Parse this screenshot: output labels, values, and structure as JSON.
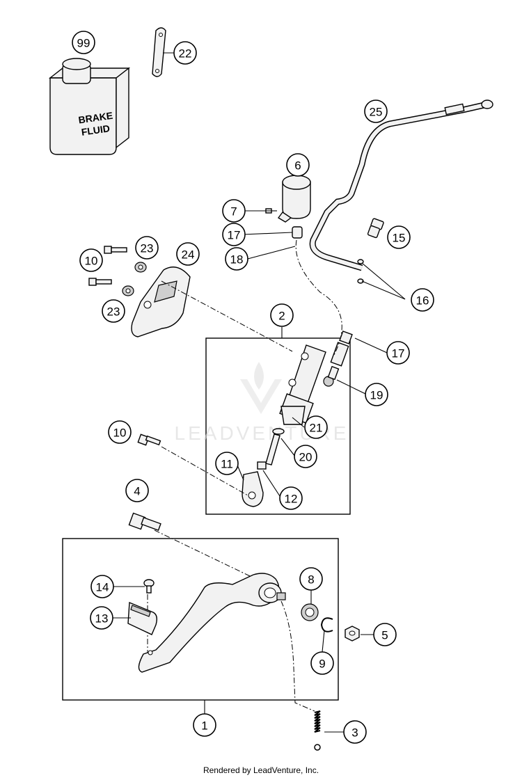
{
  "diagram": {
    "fluid_can_label_line1": "BRAKE",
    "fluid_can_label_line2": "FLUID",
    "watermark": "LEADVENTURE",
    "callouts": [
      {
        "id": "99"
      },
      {
        "id": "22"
      },
      {
        "id": "25"
      },
      {
        "id": "6"
      },
      {
        "id": "7"
      },
      {
        "id": "17"
      },
      {
        "id": "15"
      },
      {
        "id": "18"
      },
      {
        "id": "10"
      },
      {
        "id": "23"
      },
      {
        "id": "24"
      },
      {
        "id": "16"
      },
      {
        "id": "23"
      },
      {
        "id": "2"
      },
      {
        "id": "17"
      },
      {
        "id": "19"
      },
      {
        "id": "21"
      },
      {
        "id": "10"
      },
      {
        "id": "20"
      },
      {
        "id": "11"
      },
      {
        "id": "12"
      },
      {
        "id": "4"
      },
      {
        "id": "8"
      },
      {
        "id": "14"
      },
      {
        "id": "13"
      },
      {
        "id": "5"
      },
      {
        "id": "9"
      },
      {
        "id": "1"
      },
      {
        "id": "3"
      }
    ]
  },
  "footer": {
    "text": "Rendered by LeadVenture, Inc."
  }
}
